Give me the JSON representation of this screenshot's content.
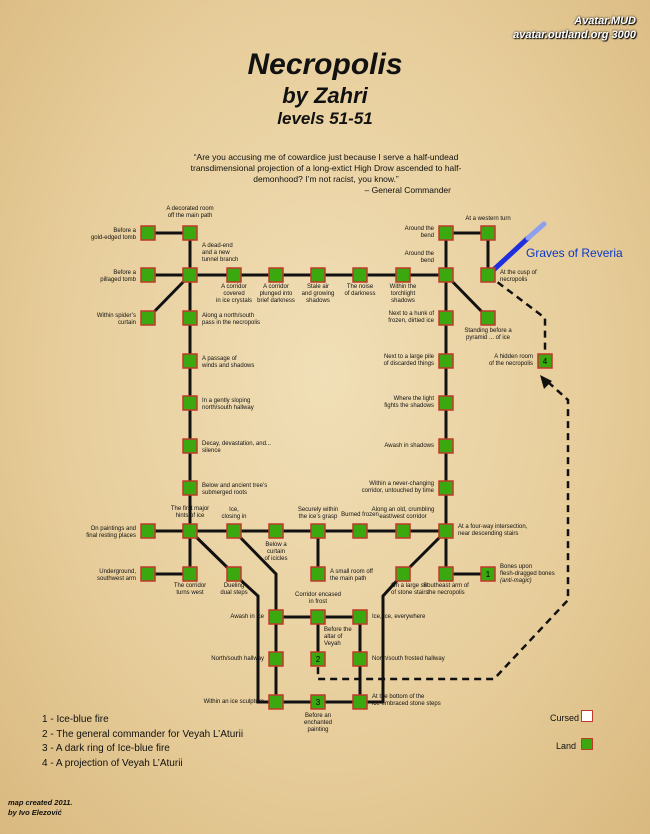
{
  "header": {
    "site": "Avatar.MUD",
    "address": "avatar.outland.org 3000"
  },
  "title": {
    "name": "Necropolis",
    "author": "by Zahri",
    "levels": "levels 51-51"
  },
  "quote": {
    "text": "“Are you accusing me of cowardice just because I serve a half-undead transdimensional projection of a long-extict High Drow ascended to half-demonhood? I’m not racist, you know.”",
    "attribution": "– General Commander"
  },
  "graves_label": "Graves of Reveria",
  "colors": {
    "land_fill": "#3aa80e",
    "room_border": "#c0392b",
    "path": "#111111",
    "portal": "#1f2fe0",
    "title_white": "#ffffff",
    "graves_text": "#0a39c9"
  },
  "rooms": [
    {
      "id": "decorated_room",
      "label": "A decorated room\noff the main path"
    },
    {
      "id": "gold_tomb",
      "label": "Before a\ngold-edged tomb"
    },
    {
      "id": "dead_end",
      "label": "A dead-end\nand a new\ntunnel branch"
    },
    {
      "id": "pillaged_tomb",
      "label": "Before a\npillaged tomb"
    },
    {
      "id": "ice_crystals",
      "label": "A corridor\ncovered\nin ice crystals"
    },
    {
      "id": "brief_darkness",
      "label": "A corridor\nplunged into\nbrief darkness"
    },
    {
      "id": "stale_air",
      "label": "Stale air\nand growing\nshadows"
    },
    {
      "id": "noise_darkness",
      "label": "The noise\nof darkness"
    },
    {
      "id": "torchlight",
      "label": "Within the\ntorchlight\nshadows"
    },
    {
      "id": "around_bend_top",
      "label": "Around the\nbend"
    },
    {
      "id": "around_bend",
      "label": "Around the\nbend"
    },
    {
      "id": "western_turn",
      "label": "At a western turn"
    },
    {
      "id": "cusp",
      "label": "At the cusp of\nnecropolis"
    },
    {
      "id": "spiders_curtain",
      "label": "Within spider’s\ncurtain"
    },
    {
      "id": "north_south_pass",
      "label": "Along a north/south\npass in the necropolis"
    },
    {
      "id": "hunk_ice",
      "label": "Next to a hunk of\nfrozen, dirtied ice"
    },
    {
      "id": "pyramid",
      "label": "Standing before a\npyramid ... of ice"
    },
    {
      "id": "winds",
      "label": "A passage of\nwinds and shadows"
    },
    {
      "id": "pile_things",
      "label": "Next to a large pile\nof discarded things"
    },
    {
      "id": "hidden_room",
      "label": "A hidden room\nof the necropolis",
      "marker": "4"
    },
    {
      "id": "sloping",
      "label": "In a gently sloping\nnorth/south hallway"
    },
    {
      "id": "light_fights",
      "label": "Where the light\nfights the shadows"
    },
    {
      "id": "decay",
      "label": "Decay, devastation, and...\nsilence"
    },
    {
      "id": "awash_shadows",
      "label": "Awash in shadows"
    },
    {
      "id": "tree_roots",
      "label": "Below and ancient tree’s\nsubmerged roots"
    },
    {
      "id": "never_changing",
      "label": "Within a never-changing\ncorridor, untouched by time"
    },
    {
      "id": "paintings",
      "label": "On paintings and\nfinal resting places"
    },
    {
      "id": "first_hints",
      "label": "The first major\nhints of ice"
    },
    {
      "id": "ice_closing",
      "label": "Ice,\nclosing in"
    },
    {
      "id": "curtain_icicles",
      "label": "Below a\ncurtain\nof icicles"
    },
    {
      "id": "ices_grasp",
      "label": "Securely within\nthe ice’s grasp"
    },
    {
      "id": "burned_frozen",
      "label": "Burned frozen"
    },
    {
      "id": "crumbling",
      "label": "Along an old, crumbling\neast/west corridor"
    },
    {
      "id": "four_way",
      "label": "At a four-way intersection,\nnear descending stairs"
    },
    {
      "id": "stone_stairs",
      "label": "On a large set\nof stone stairs"
    },
    {
      "id": "underground_sw",
      "label": "Underground,\nsouthwest arm"
    },
    {
      "id": "corridor_west",
      "label": "The corridor\nturns west"
    },
    {
      "id": "dueling_steps",
      "label": "Dueling\ndual steps"
    },
    {
      "id": "small_room",
      "label": "A small room off\nthe main path"
    },
    {
      "id": "southeast_arm",
      "label": "Southeast arm of\nthe necropolis"
    },
    {
      "id": "bones",
      "label": "Bones upon\nflesh-dragged bones",
      "note": "(anti-magic)",
      "marker": "1"
    },
    {
      "id": "encased_frost",
      "label": "Corridor encased\nin frost"
    },
    {
      "id": "awash_ice",
      "label": "Awash in ice"
    },
    {
      "id": "ice_everywhere",
      "label": "Ice, ice, everywhere"
    },
    {
      "id": "altar",
      "label": "Before the\naltar of\nVeyah",
      "marker": "2"
    },
    {
      "id": "ns_hallway",
      "label": "North/south hallway"
    },
    {
      "id": "ns_frosted",
      "label": "North/south frosted hallway"
    },
    {
      "id": "ice_sculpture",
      "label": "Within an ice sculpture"
    },
    {
      "id": "enchanted_painting",
      "label": "Before an\nenchanted\npainting",
      "marker": "3"
    },
    {
      "id": "ice_steps",
      "label": "At the bottom of the\nice-embraced stone steps"
    }
  ],
  "legend": {
    "items": [
      "1 - Ice-blue fire",
      "2 - The general commander for Veyah L’Aturii",
      "3 - A dark ring of Ice-blue fire",
      "4 - A projection of Veyah L’Aturii"
    ],
    "cursed": "Cursed",
    "land": "Land"
  },
  "credit": {
    "line1": "map created 2011.",
    "line2": "by Ivo Elezović"
  }
}
